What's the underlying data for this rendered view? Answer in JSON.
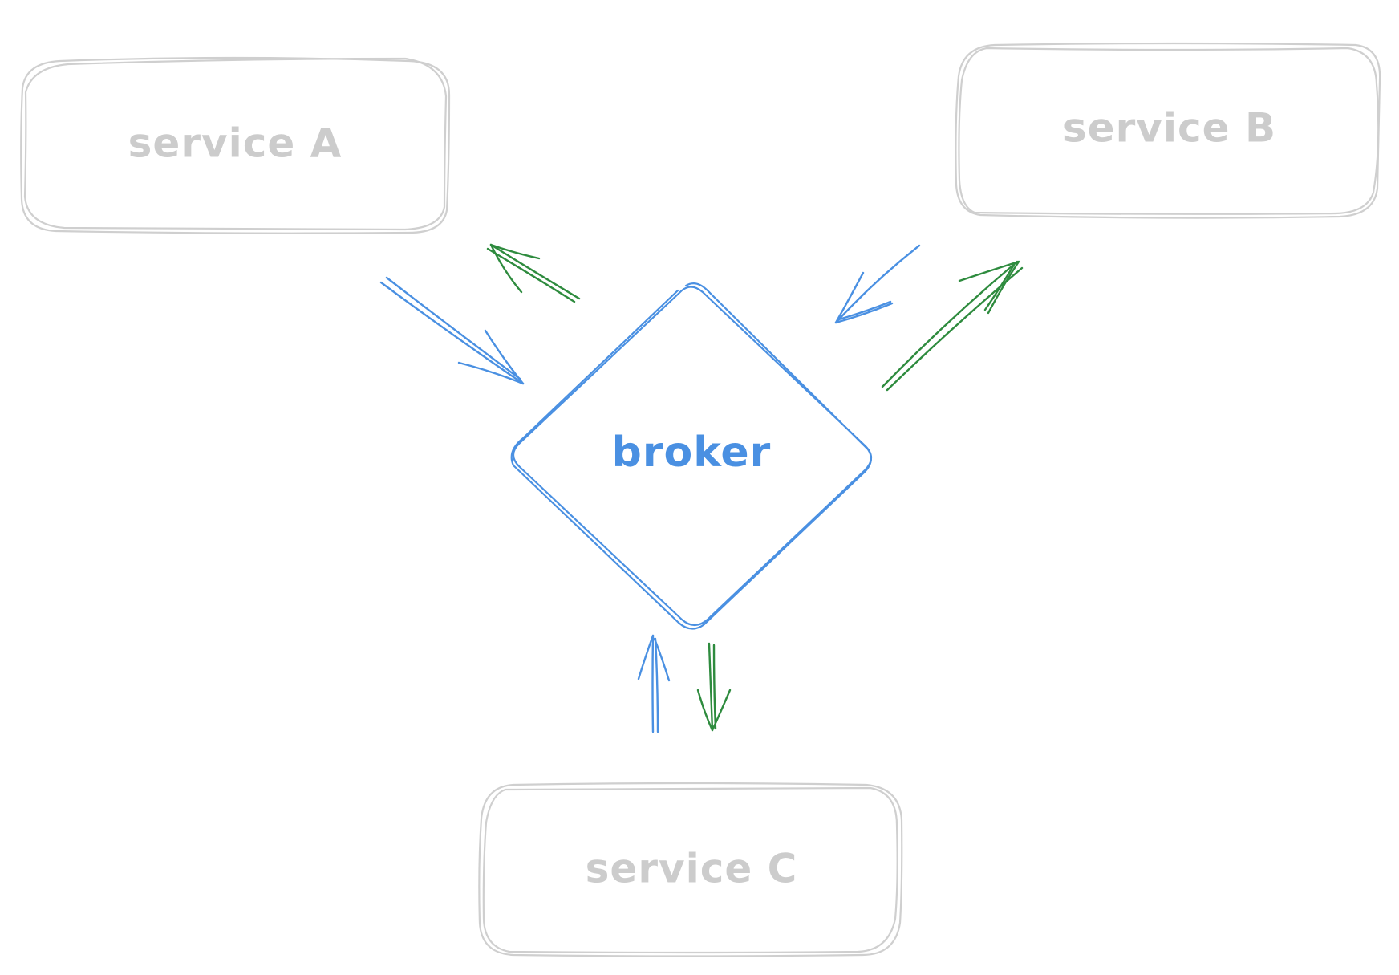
{
  "colors": {
    "service_stroke": "#cfcfcf",
    "service_text": "#cccccc",
    "broker_stroke": "#4a90e2",
    "broker_text": "#4a90e2",
    "request_arrow": "#4a90e2",
    "response_arrow": "#2e8b3e"
  },
  "nodes": {
    "service_a": {
      "label": "service A"
    },
    "service_b": {
      "label": "service B"
    },
    "service_c": {
      "label": "service C"
    },
    "broker": {
      "label": "broker"
    }
  },
  "edges": [
    {
      "from": "service_a",
      "to": "broker",
      "kind": "request"
    },
    {
      "from": "broker",
      "to": "service_a",
      "kind": "response"
    },
    {
      "from": "service_b",
      "to": "broker",
      "kind": "request"
    },
    {
      "from": "broker",
      "to": "service_b",
      "kind": "response"
    },
    {
      "from": "service_c",
      "to": "broker",
      "kind": "request"
    },
    {
      "from": "broker",
      "to": "service_c",
      "kind": "response"
    }
  ]
}
